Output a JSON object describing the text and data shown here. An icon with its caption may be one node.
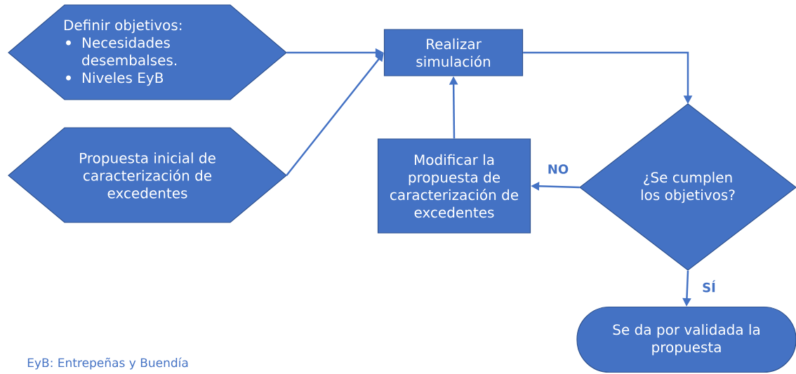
{
  "diagram": {
    "nodes": [
      {
        "text": [
          "Definir objetivos:",
          "Necesidades desembalses.",
          "Niveles EyB"
        ]
      },
      {
        "text": [
          "Propuesta inicial de caracterización de excedentes"
        ]
      },
      {
        "text": [
          "Realizar simulación"
        ]
      },
      {
        "text": [
          "¿Se cumplen los objetivos?"
        ]
      },
      {
        "text": [
          "Modificar la propuesta de caracterización de excedentes"
        ]
      },
      {
        "text": [
          "Se da por validada la propuesta"
        ]
      }
    ],
    "edges": [
      {
        "from": 0,
        "to": 2,
        "arrow": "to"
      },
      {
        "from": 1,
        "to": 2,
        "arrow": "to"
      },
      {
        "from": 2,
        "to": 3,
        "arrow": "to"
      },
      {
        "from": 3,
        "to": 4,
        "arrow": "to",
        "label": "NO"
      },
      {
        "from": 4,
        "to": 2,
        "arrow": "to"
      },
      {
        "from": 3,
        "to": 5,
        "arrow": "to",
        "label": "SÍ"
      }
    ],
    "labels": [
      "EyB: Entrepeñas y Buendía"
    ]
  }
}
